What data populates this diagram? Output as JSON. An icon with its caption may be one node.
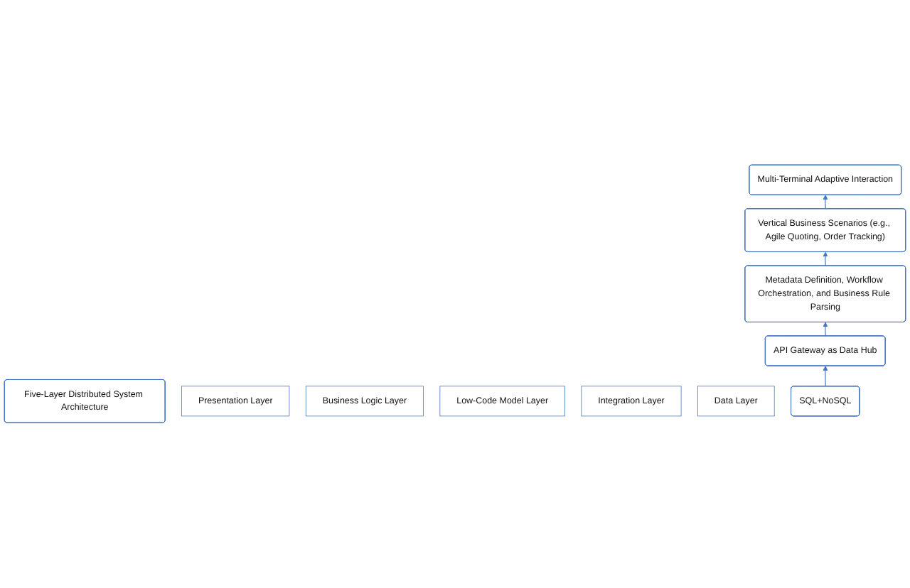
{
  "diagram": {
    "nodes": [
      {
        "text": [
          "Five-Layer Distributed System Architecture"
        ]
      },
      {
        "text": [
          "Presentation Layer"
        ]
      },
      {
        "text": [
          "Multi-Terminal Adaptive Interaction"
        ]
      },
      {
        "text": [
          "Business Logic Layer"
        ]
      },
      {
        "text": [
          "Vertical Business Scenarios (e.g., Agile Quoting, Order Tracking)"
        ]
      },
      {
        "text": [
          "Low-Code Model Layer"
        ]
      },
      {
        "text": [
          "Metadata Definition, Workflow Orchestration, and Business Rule Parsing"
        ]
      },
      {
        "text": [
          "Integration Layer"
        ]
      },
      {
        "text": [
          "API Gateway as Data Hub"
        ]
      },
      {
        "text": [
          "Data Layer"
        ]
      },
      {
        "text": [
          "SQL+NoSQL"
        ]
      }
    ],
    "edges": [
      {
        "from": 10,
        "to": 8,
        "arrow": "to"
      },
      {
        "from": 8,
        "to": 6,
        "arrow": "to"
      },
      {
        "from": 6,
        "to": 4,
        "arrow": "to"
      },
      {
        "from": 4,
        "to": 2,
        "arrow": "to"
      }
    ]
  }
}
